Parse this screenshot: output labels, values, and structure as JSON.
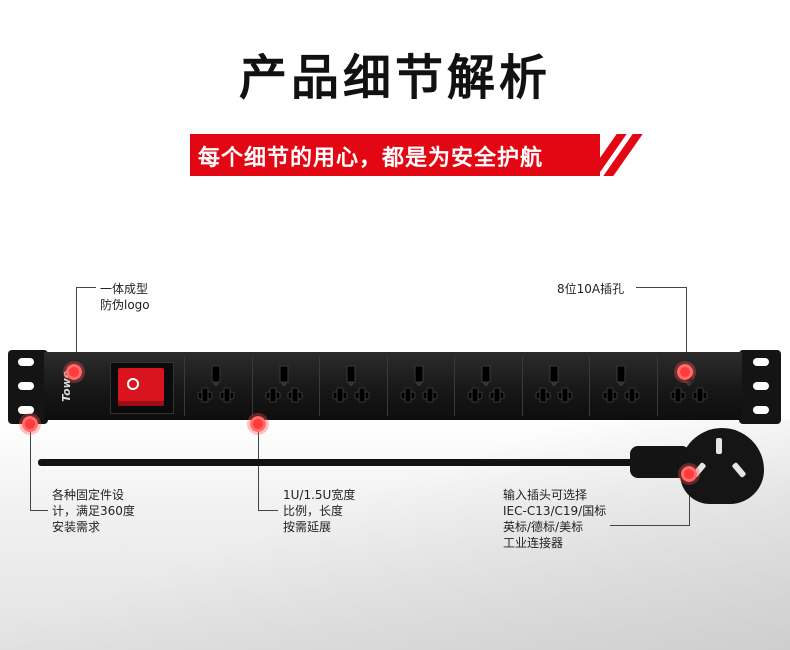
{
  "title": "产品细节解析",
  "banner": "每个细节的用心，都是为安全护航",
  "callouts": {
    "logo": [
      "一体成型",
      "防伪logo"
    ],
    "outlets": "8位10A插孔",
    "mount": [
      "各种固定件设",
      "计，满足360度",
      "安装需求"
    ],
    "width": [
      "1U/1.5U宽度",
      "比例，长度",
      "按需延展"
    ],
    "plug": [
      "输入插头可选择",
      "IEC-C13/C19/国标",
      "英标/德标/美标",
      "工业连接器"
    ]
  },
  "product": {
    "brand_logo": "Towe",
    "outlet_count": 8,
    "switch_color": "#d9141e"
  },
  "colors": {
    "accent": "#e30613",
    "marker": "#ff3b3b"
  }
}
